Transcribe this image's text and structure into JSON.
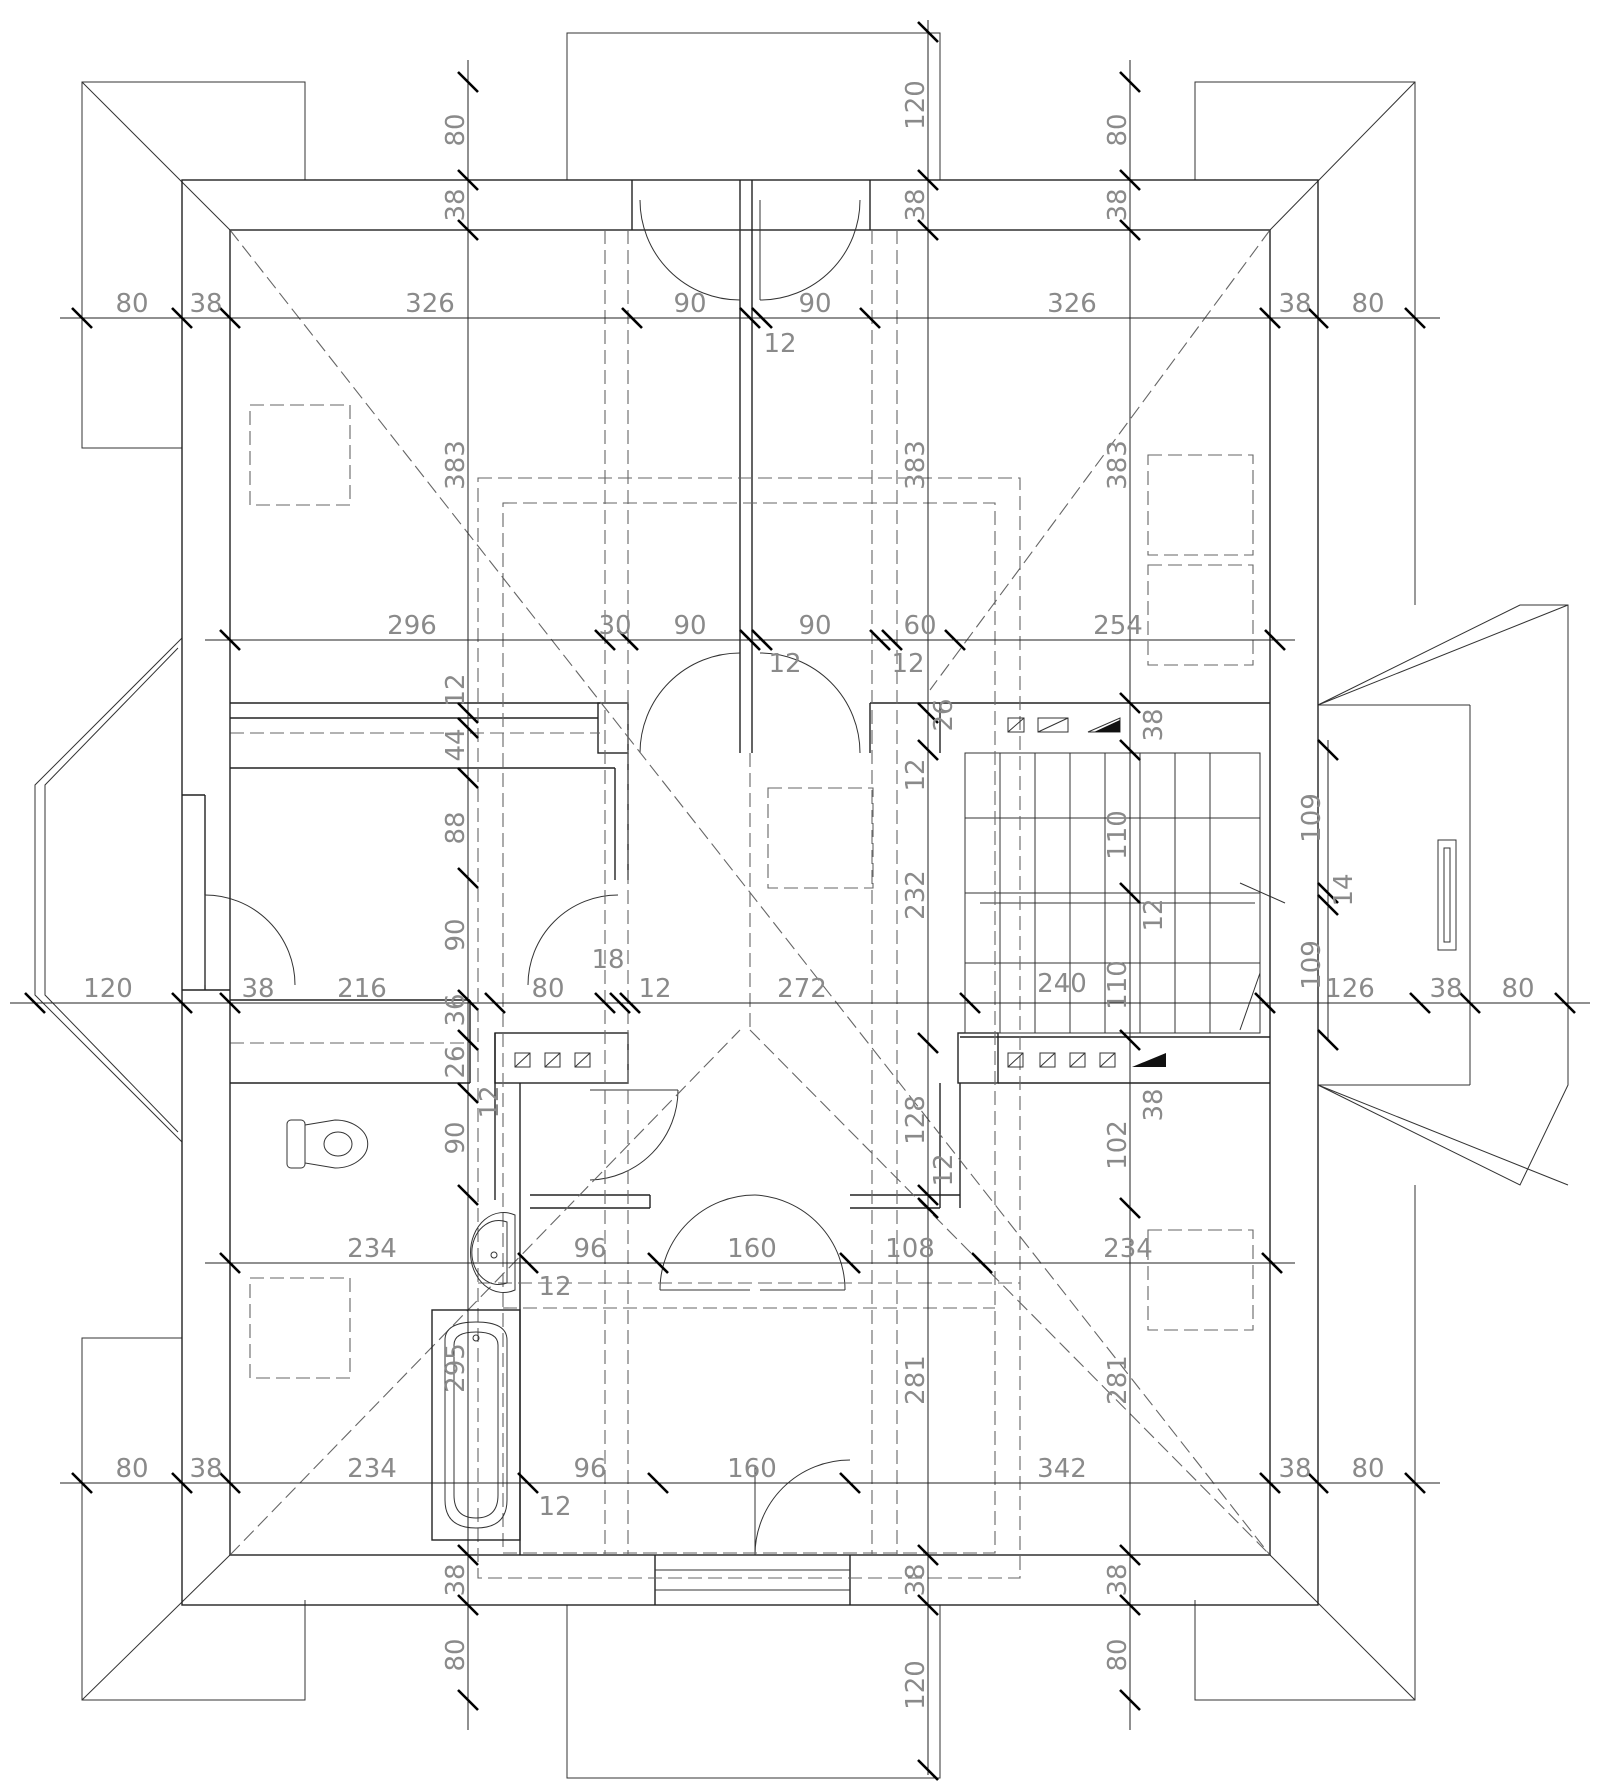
{
  "plan": {
    "line_color": "#222222",
    "label_color": "#8a8a8a",
    "labels": {
      "top_80_a": "80",
      "top_38_a": "38",
      "top_120": "120",
      "top_38_b": "38",
      "top_80_b": "80",
      "top_38_c": "38",
      "h1_80_l": "80",
      "h1_38_l": "38",
      "h1_326_l": "326",
      "h1_90_l": "90",
      "h1_90_r": "90",
      "h1_12": "12",
      "h1_326_r": "326",
      "h1_38_r": "38",
      "h1_80_r": "80",
      "v_383_a": "383",
      "v_383_b": "383",
      "v_383_c": "383",
      "h2_296": "296",
      "h2_30": "30",
      "h2_90_l": "90",
      "h2_12_a": "12",
      "h2_90_r": "90",
      "h2_12_b": "12",
      "h2_60": "60",
      "h2_254": "254",
      "v_12_a": "12",
      "v_44": "44",
      "v_26_a": "26",
      "v_38_stair": "38",
      "v_12_b": "12",
      "v_88": "88",
      "v_232": "232",
      "v_110_a": "110",
      "v_109_a": "109",
      "v_90_a": "90",
      "v_12_stair": "12",
      "v_14": "14",
      "v_110_b": "110",
      "v_109_b": "109",
      "h3_120": "120",
      "h3_38_l": "38",
      "h3_216": "216",
      "h3_80": "80",
      "h3_18": "18",
      "h3_12": "12",
      "h3_272": "272",
      "h3_240": "240",
      "h3_126": "126",
      "h3_38_r": "38",
      "h3_80_r": "80",
      "v_36": "36",
      "v_26_b": "26",
      "v_12_c": "12",
      "v_128": "128",
      "v_38_right": "38",
      "v_90_b": "90",
      "v_102": "102",
      "v_12_d": "12",
      "h4_234_l": "234",
      "h4_96": "96",
      "h4_12": "12",
      "h4_160": "160",
      "h4_108": "108",
      "h4_234_r": "234",
      "v_295": "295",
      "v_281_a": "281",
      "v_281_b": "281",
      "h5_80_l": "80",
      "h5_38_l": "38",
      "h5_234": "234",
      "h5_96": "96",
      "h5_12": "12",
      "h5_160": "160",
      "h5_342": "342",
      "h5_38_r": "38",
      "h5_80_r": "80",
      "bot_38_a": "38",
      "bot_80_a": "80",
      "bot_38_b": "38",
      "bot_120": "120",
      "bot_38_c": "38",
      "bot_80_b": "80"
    }
  }
}
